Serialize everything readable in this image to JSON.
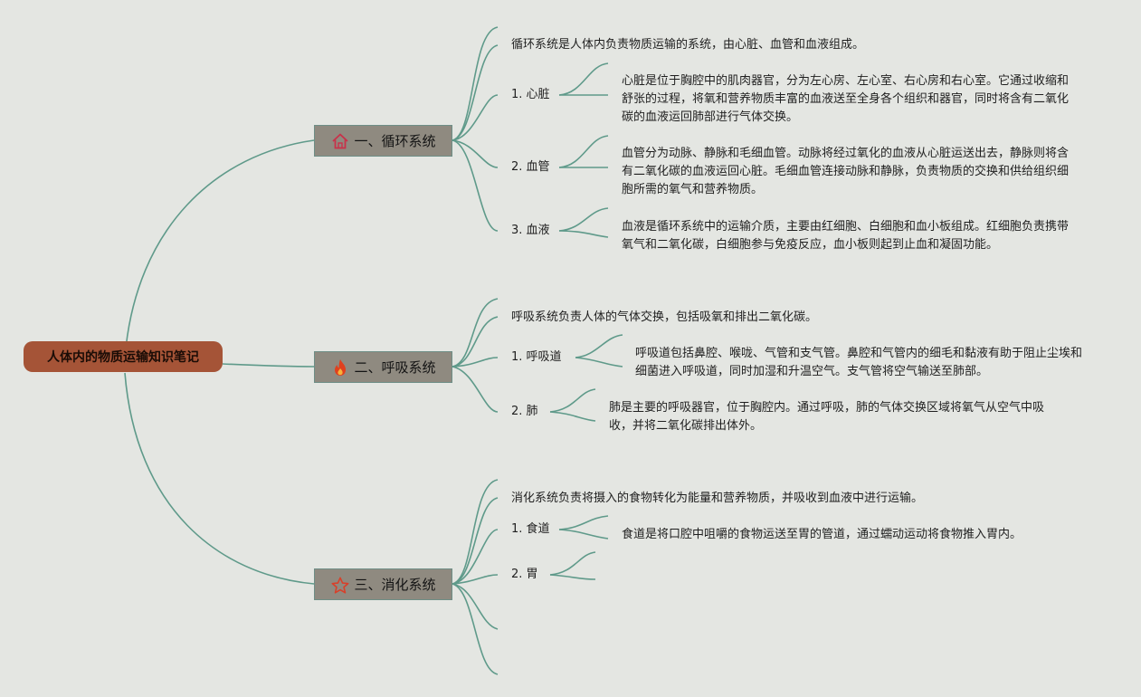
{
  "root": {
    "title": "人体内的物质运输知识笔记"
  },
  "branches": [
    {
      "title": "一、循环系统",
      "icon": "home-icon",
      "intro": "循环系统是人体内负责物质运输的系统，由心脏、血管和血液组成。",
      "items": [
        {
          "label": "1. 心脏",
          "desc": "心脏是位于胸腔中的肌肉器官，分为左心房、左心室、右心房和右心室。它通过收缩和舒张的过程，将氧和营养物质丰富的血液送至全身各个组织和器官，同时将含有二氧化碳的血液运回肺部进行气体交换。"
        },
        {
          "label": "2. 血管",
          "desc": "血管分为动脉、静脉和毛细血管。动脉将经过氧化的血液从心脏运送出去，静脉则将含有二氧化碳的血液运回心脏。毛细血管连接动脉和静脉，负责物质的交换和供给组织细胞所需的氧气和营养物质。"
        },
        {
          "label": "3. 血液",
          "desc": "血液是循环系统中的运输介质，主要由红细胞、白细胞和血小板组成。红细胞负责携带氧气和二氧化碳，白细胞参与免疫反应，血小板则起到止血和凝固功能。"
        }
      ]
    },
    {
      "title": "二、呼吸系统",
      "icon": "fire-icon",
      "intro": "呼吸系统负责人体的气体交换，包括吸氧和排出二氧化碳。",
      "items": [
        {
          "label": "1. 呼吸道",
          "desc": "呼吸道包括鼻腔、喉咙、气管和支气管。鼻腔和气管内的细毛和黏液有助于阻止尘埃和细菌进入呼吸道，同时加湿和升温空气。支气管将空气输送至肺部。"
        },
        {
          "label": "2. 肺",
          "desc": "肺是主要的呼吸器官，位于胸腔内。通过呼吸，肺的气体交换区域将氧气从空气中吸收，并将二氧化碳排出体外。"
        }
      ]
    },
    {
      "title": "三、消化系统",
      "icon": "star-icon",
      "intro": "消化系统负责将摄入的食物转化为能量和营养物质，并吸收到血液中进行运输。",
      "items": [
        {
          "label": "1. 食道",
          "desc": "食道是将口腔中咀嚼的食物运送至胃的管道，通过蠕动运动将食物推入胃内。"
        },
        {
          "label": "2. 胃",
          "desc": ""
        }
      ]
    }
  ],
  "colors": {
    "background": "#e4e6e2",
    "root_fill": "#a55437",
    "branch_fill": "#8f8a80",
    "link": "#5f9a8a",
    "home_icon": "#c8324a",
    "fire_icon": "#e0401e",
    "star_icon": "#d8402a"
  }
}
